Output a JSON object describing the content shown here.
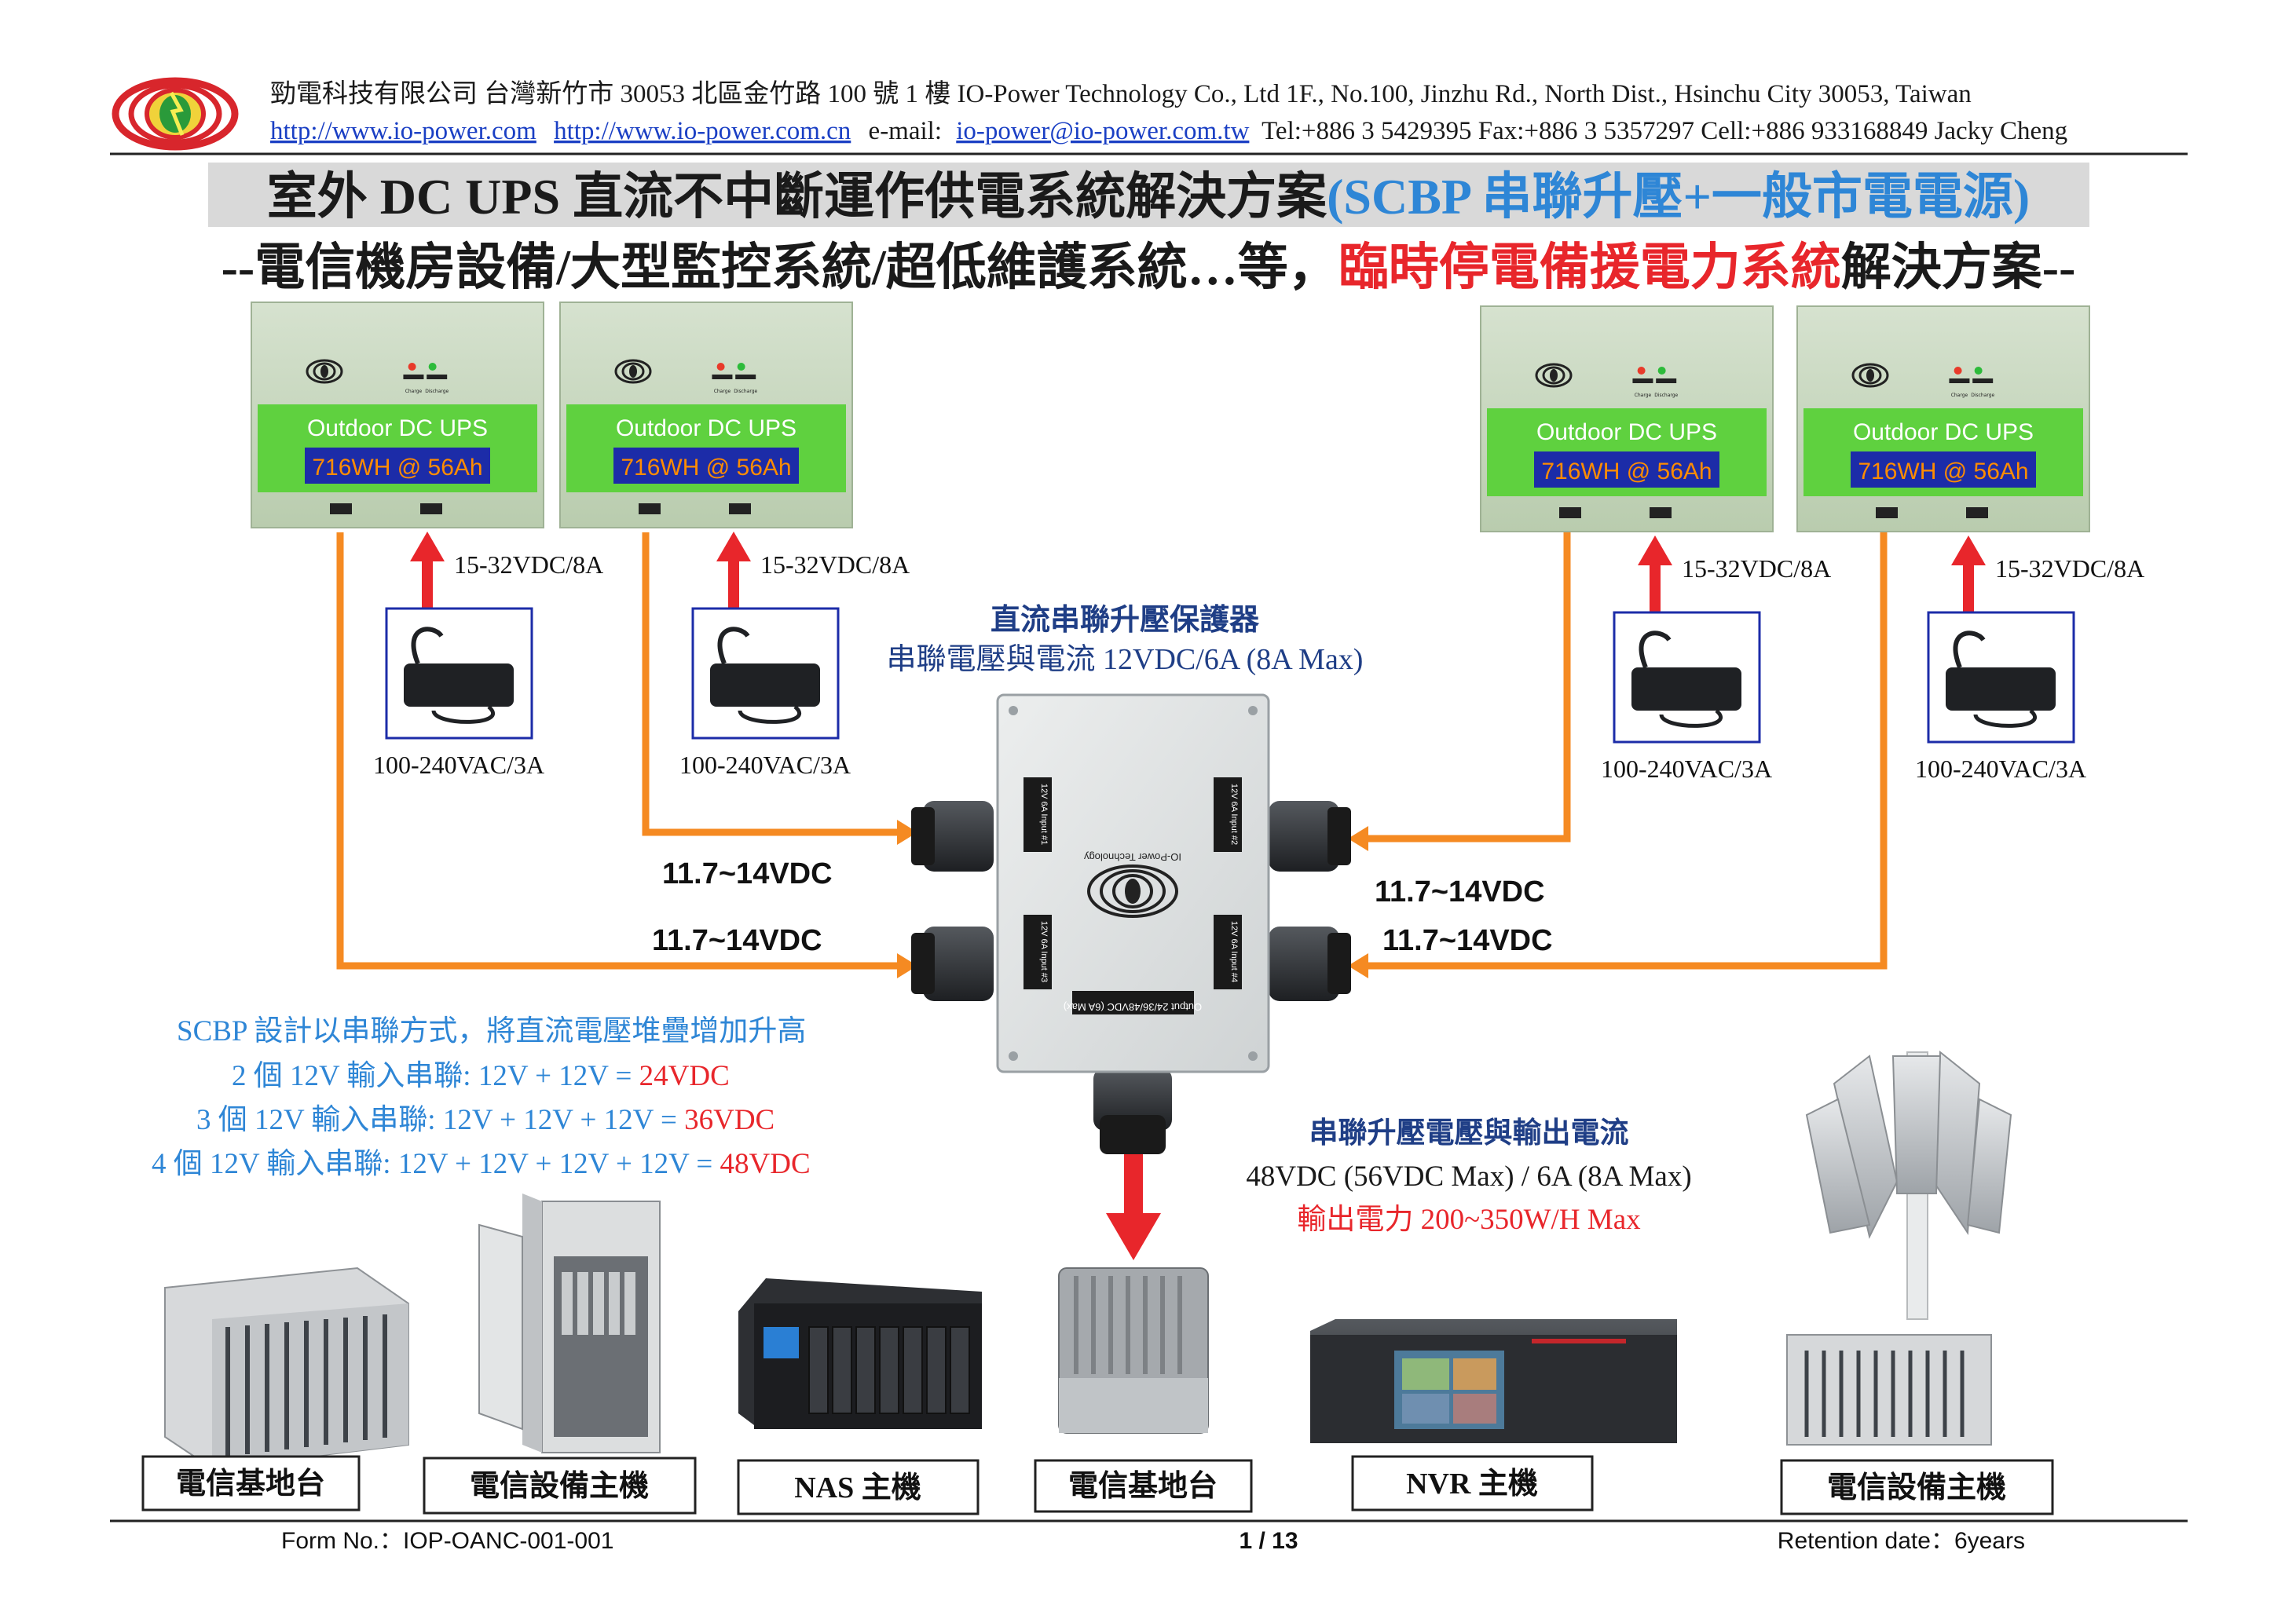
{
  "header": {
    "company_line": "勁電科技有限公司  台灣新竹市 30053 北區金竹路 100 號 1 樓 IO-Power Technology Co., Ltd   1F., No.100, Jinzhu Rd., North Dist., Hsinchu City 30053, Taiwan",
    "link1": "http://www.io-power.com",
    "link2": "http://www.io-power.com.cn",
    "email_label": "e-mail:",
    "email": "io-power@io-power.com.tw",
    "contact": "Tel:+886 3 5429395 Fax:+886 3 5357297 Cell:+886 933168849 Jacky Cheng"
  },
  "title": {
    "main": "室外 DC UPS 直流不中斷運作供電系統解決方案",
    "highlight": "(SCBP 串聯升壓+一般市電電源)",
    "sub_prefix": "--電信機房設備/大型監控系統/超低維護系統…等，",
    "sub_red": "臨時停電備援電力系統",
    "sub_suffix": "解決方案--"
  },
  "ups_units": [
    {
      "title": "Outdoor DC UPS",
      "capacity": "716WH @ 56Ah",
      "charger_in": "15-32VDC/8A",
      "adapter": "100-240VAC/3A"
    },
    {
      "title": "Outdoor DC UPS",
      "capacity": "716WH @ 56Ah",
      "charger_in": "15-32VDC/8A",
      "adapter": "100-240VAC/3A"
    },
    {
      "title": "Outdoor DC UPS",
      "capacity": "716WH @ 56Ah",
      "charger_in": "15-32VDC/8A",
      "adapter": "100-240VAC/3A"
    },
    {
      "title": "Outdoor DC UPS",
      "capacity": "716WH @ 56Ah",
      "charger_in": "15-32VDC/8A",
      "adapter": "100-240VAC/3A"
    }
  ],
  "ups_led_labels": [
    "Charge",
    "Discharge"
  ],
  "line_voltages": [
    "11.7~14VDC",
    "11.7~14VDC",
    "11.7~14VDC",
    "11.7~14VDC"
  ],
  "scbp": {
    "title": "直流串聯升壓保護器",
    "spec": "串聯電壓與電流 12VDC/6A (8A Max)",
    "port_labels": [
      "12V 6A Input #1",
      "12V 6A Input #2",
      "12V 6A Input #3",
      "12V 6A Input #4"
    ],
    "output_label": "Output 24/36/48VDC (6A Max)",
    "brand": "IO-Power Technology"
  },
  "explain": {
    "line1": "SCBP 設計以串聯方式，將直流電壓堆疊增加升高",
    "line2": "2 個 12V 輸入串聯: 12V + 12V = ",
    "line2_red": "24VDC",
    "line3": "3 個 12V 輸入串聯: 12V + 12V + 12V = ",
    "line3_red": "36VDC",
    "line4": "4 個 12V 輸入串聯: 12V + 12V + 12V + 12V = ",
    "line4_red": "48VDC"
  },
  "output": {
    "title": "串聯升壓電壓與輸出電流",
    "spec": "48VDC (56VDC Max) / 6A (8A Max)",
    "power": "輸出電力 200~350W/H Max"
  },
  "equipment": [
    "電信基地台",
    "電信設備主機",
    "NAS 主機",
    "電信基地台",
    "NVR 主機",
    "電信設備主機"
  ],
  "footer": {
    "form_no": "Form No.：IOP-OANC-001-001",
    "page": "1 / 13",
    "retention": "Retention date：6years"
  },
  "colors": {
    "blue_text": "#1f3e86",
    "light_blue": "#2e86d6",
    "red": "#e8262b",
    "orange": "#f58a22",
    "green_band": "#5fd13f",
    "navy_box": "#1c2ca8",
    "capacity_text": "#ff8c00"
  }
}
